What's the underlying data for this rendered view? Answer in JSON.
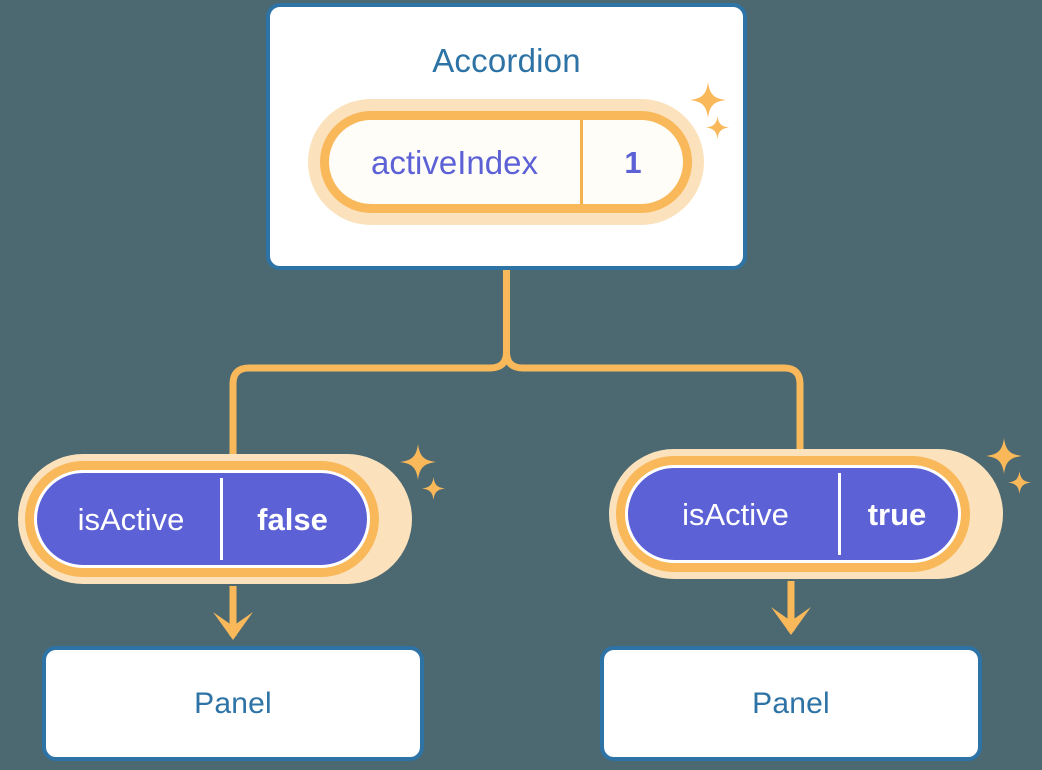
{
  "diagram": {
    "title_text": "Accordion",
    "background_color": "#4C6871",
    "accent_orange": "#F9B85A",
    "accent_orange_light": "#FBE2BC",
    "accent_purple": "#5C61D6",
    "accent_blue": "#2E73A5",
    "card_fill": "#FFFFFF"
  },
  "root": {
    "label": "Accordion",
    "state_pill": {
      "key": "activeIndex",
      "value": "1",
      "name": "active-index-state"
    }
  },
  "branches": [
    {
      "state_pill": {
        "key": "isActive",
        "value": "false",
        "name": "is-active-false-state"
      },
      "child": {
        "label": "Panel",
        "name": "panel-left"
      }
    },
    {
      "state_pill": {
        "key": "isActive",
        "value": "true",
        "name": "is-active-true-state"
      },
      "child": {
        "label": "Panel",
        "name": "panel-right"
      }
    }
  ],
  "icons": {
    "sparkle": "sparkle-icon",
    "arrow_down": "arrow-down-icon"
  }
}
